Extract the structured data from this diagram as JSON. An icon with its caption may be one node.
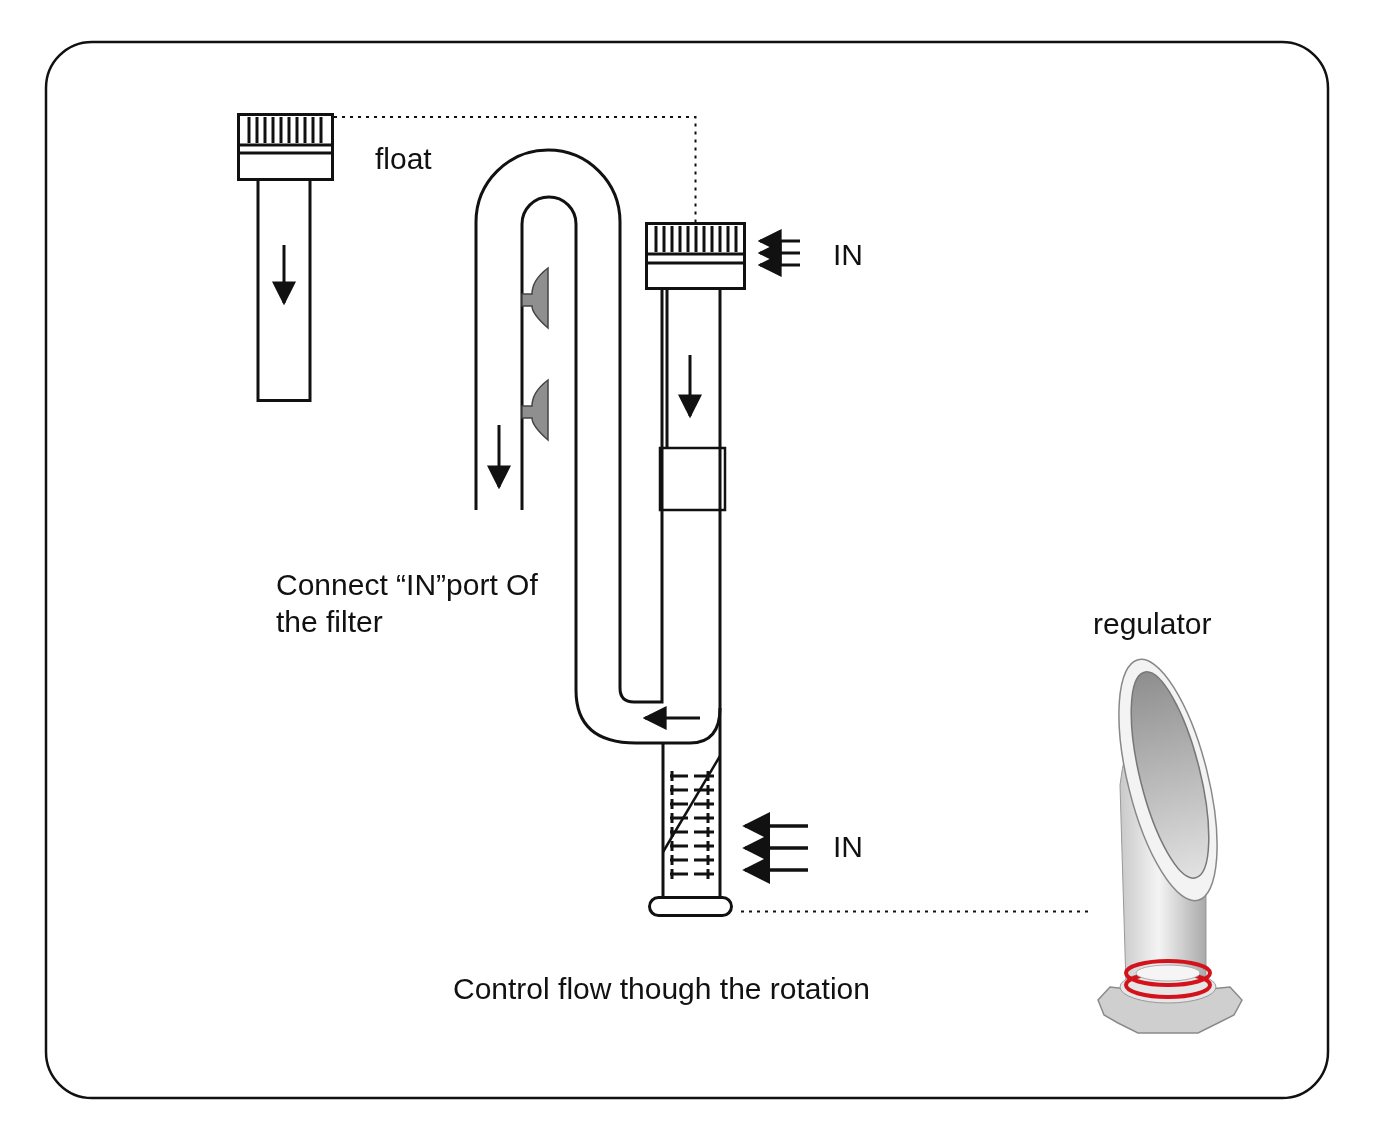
{
  "diagram": {
    "nodes": [
      {
        "text": [],
        "shape": "picture",
        "beside": [
          "float"
        ]
      },
      {
        "text": [],
        "shape": "picture"
      },
      {
        "text": [],
        "shape": "bar"
      },
      {
        "text": [
          "regulator"
        ]
      }
    ],
    "edges": [
      {
        "from": 0,
        "to": 1,
        "arrow": "none",
        "style": "dashed"
      },
      {
        "from": 2,
        "to": 3,
        "arrow": "none",
        "style": "dashed"
      }
    ],
    "labels": [
      "IN",
      "Connect “IN”port Of the filter",
      "IN",
      "Control flow though the rotation"
    ]
  }
}
